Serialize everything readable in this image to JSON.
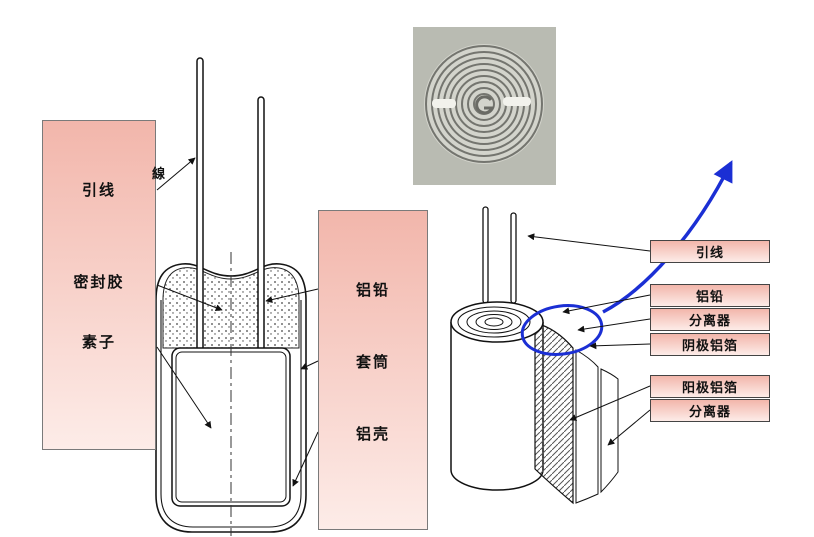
{
  "left_panel": {
    "labels": [
      "引线",
      "密封胶",
      "素子"
    ]
  },
  "lead_annotation": "線",
  "mid_panel": {
    "labels": [
      "铝铅",
      "套筒",
      "铝壳"
    ]
  },
  "right_panel": {
    "labels": [
      "引线",
      "铝铅",
      "分离器",
      "阴极铝箔",
      "阳极铝箔",
      "分离器"
    ]
  },
  "colors": {
    "label_box_top": "#f2b6ab",
    "label_box_bottom": "#fdece8",
    "highlight_blue": "#1b2fd4"
  }
}
